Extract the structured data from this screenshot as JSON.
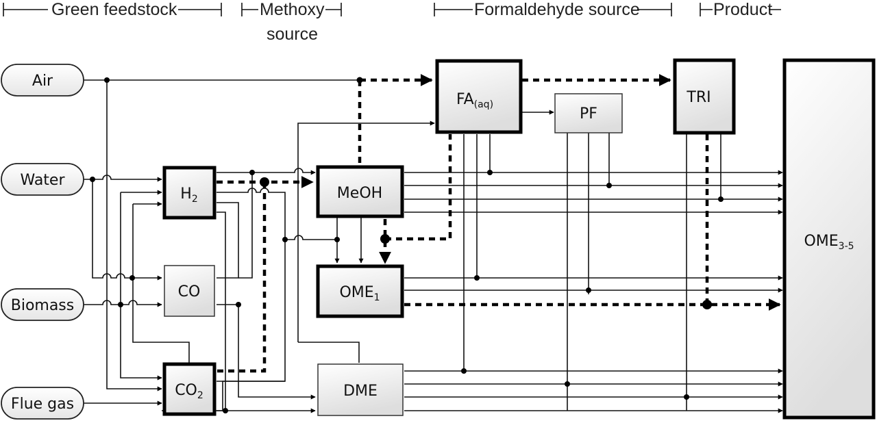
{
  "headers": {
    "green_feedstock": "Green feedstock",
    "methoxy_line1": "Methoxy",
    "methoxy_line2": "source",
    "formaldehyde_source": "Formaldehyde source",
    "product": "Product"
  },
  "feedstocks": {
    "air": "Air",
    "water": "Water",
    "biomass": "Biomass",
    "flue_gas": "Flue gas"
  },
  "units": {
    "h2": {
      "main": "H",
      "sub": "2"
    },
    "co": {
      "main": "CO"
    },
    "co2": {
      "main": "CO",
      "sub": "2"
    },
    "meoh": {
      "main": "MeOH"
    },
    "ome1": {
      "main": "OME",
      "sub": "1"
    },
    "dme": {
      "main": "DME"
    },
    "fa": {
      "main": "FA",
      "sub": "(aq)"
    },
    "pf": {
      "main": "PF"
    },
    "tri": {
      "main": "TRI"
    },
    "ome35": {
      "main": "OME",
      "sub": "3-5"
    }
  },
  "colors": {
    "line": "#111111",
    "box_fill_top": "#ffffff",
    "box_fill_bottom": "#e2e2e2"
  }
}
